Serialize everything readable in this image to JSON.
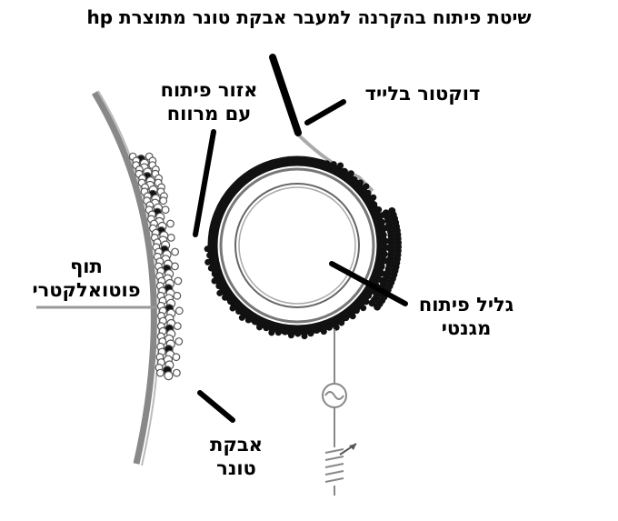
{
  "title": "שיטת פיתוח בהקרנה למעבר אבקת טונר מתוצרת hp",
  "labels": {
    "doctor_blade": "דוקטור בלייד",
    "dev_zone_line1": "אזור פיתוח",
    "dev_zone_line2": "עם מרווח",
    "photo_drum_line1": "תוף",
    "photo_drum_line2": "פוטואלקטרי",
    "mag_roller_line1": "גליל פיתוח",
    "mag_roller_line2": "מגנטי",
    "toner_line1": "אבקת",
    "toner_line2": "טונר"
  },
  "colors": {
    "ink": "#000000",
    "drum": "#888888",
    "blade": "#aaaaaa",
    "toner_outline": "#555555"
  },
  "icons": [
    "ac-source-icon",
    "dc-source-icon"
  ]
}
